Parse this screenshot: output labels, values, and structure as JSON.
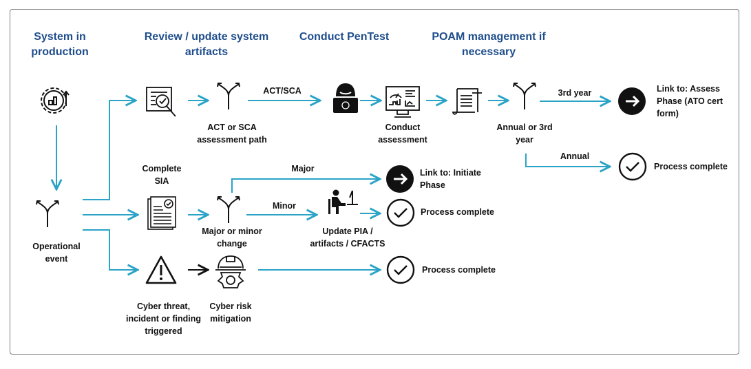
{
  "colors": {
    "accent": "#2aa3c6",
    "heading": "#1f4e8c",
    "text": "#111111",
    "border": "#7a7a7a"
  },
  "headers": {
    "system_in_production": "System in production",
    "review_update": "Review / update system artifacts",
    "conduct_pentest": "Conduct PenTest",
    "poam": "POAM management if necessary"
  },
  "nodes": {
    "act_sca_path": "ACT or SCA assessment path",
    "conduct_assessment": "Conduct assessment",
    "annual_or_3rd": "Annual or 3rd year",
    "link_assess": "Link to: Assess Phase (ATO cert form)",
    "process_complete_annual": "Process complete",
    "complete_sia": "Complete SIA",
    "operational_event": "Operational event",
    "major_minor": "Major or minor change",
    "link_initiate": "Link to: Initiate Phase",
    "update_pia": "Update PIA / artifacts / CFACTS",
    "process_complete_minor": "Process complete",
    "cyber_threat": "Cyber threat, incident or finding triggered",
    "cyber_risk": "Cyber risk mitigation",
    "process_complete_cyber": "Process complete"
  },
  "edge_labels": {
    "act_sca": "ACT/SCA",
    "third_year": "3rd year",
    "annual": "Annual",
    "major": "Major",
    "minor": "Minor"
  },
  "icons": {
    "system": "gear-chart-icon",
    "review": "document-magnifier-icon",
    "split": "split-arrow-icon",
    "hacker": "hacker-icon",
    "dashboard": "monitor-dashboard-icon",
    "scroll": "scroll-icon",
    "link": "arrow-circle-icon",
    "complete": "check-circle-icon",
    "sia": "document-check-icon",
    "worker": "person-desk-icon",
    "warning": "warning-triangle-icon",
    "mitigation": "helmet-gear-icon"
  }
}
